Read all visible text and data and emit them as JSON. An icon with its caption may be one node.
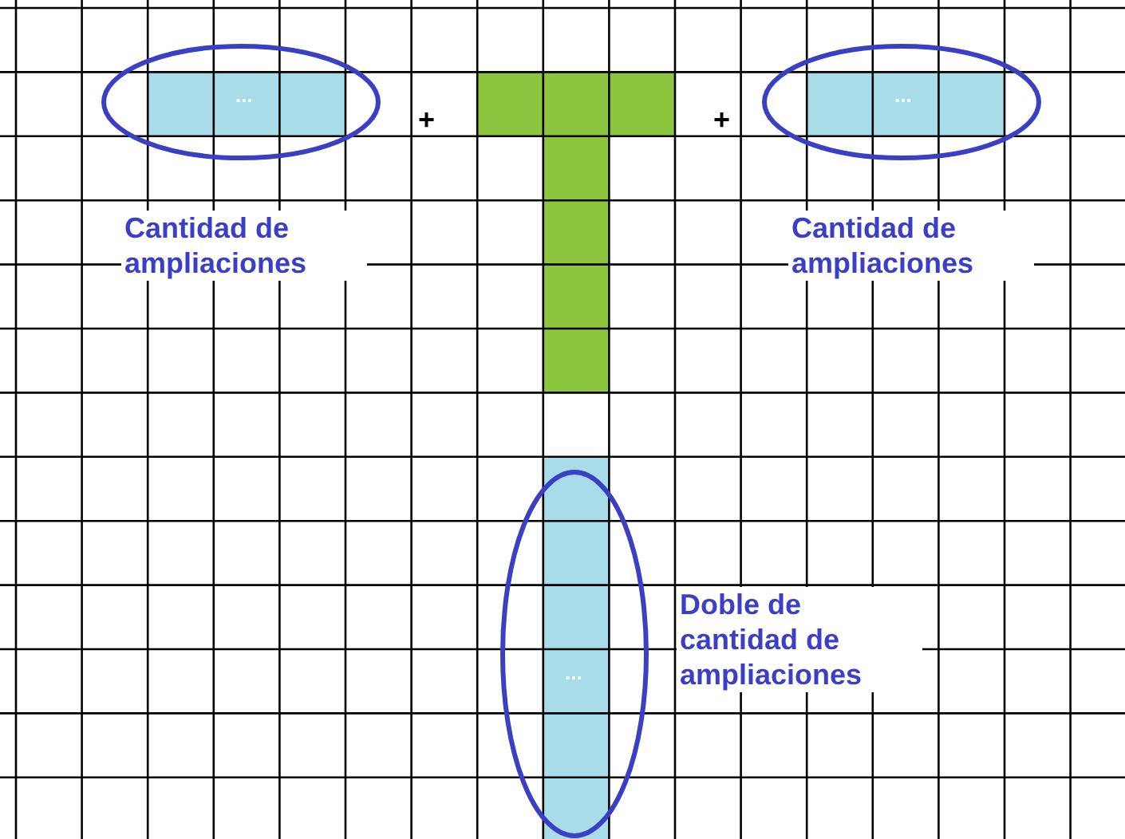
{
  "diagram": {
    "nodes": [
      {
        "text": [
          "..."
        ],
        "beside": [
          "Cantidad de ampliaciones"
        ]
      },
      {
        "text": [
          "..."
        ],
        "beside": [
          "Cantidad de ampliaciones"
        ]
      },
      {
        "text": [
          "..."
        ],
        "beside": [
          "Doble de cantidad de ampliaciones"
        ]
      }
    ],
    "labels": [
      "+",
      "+"
    ]
  }
}
